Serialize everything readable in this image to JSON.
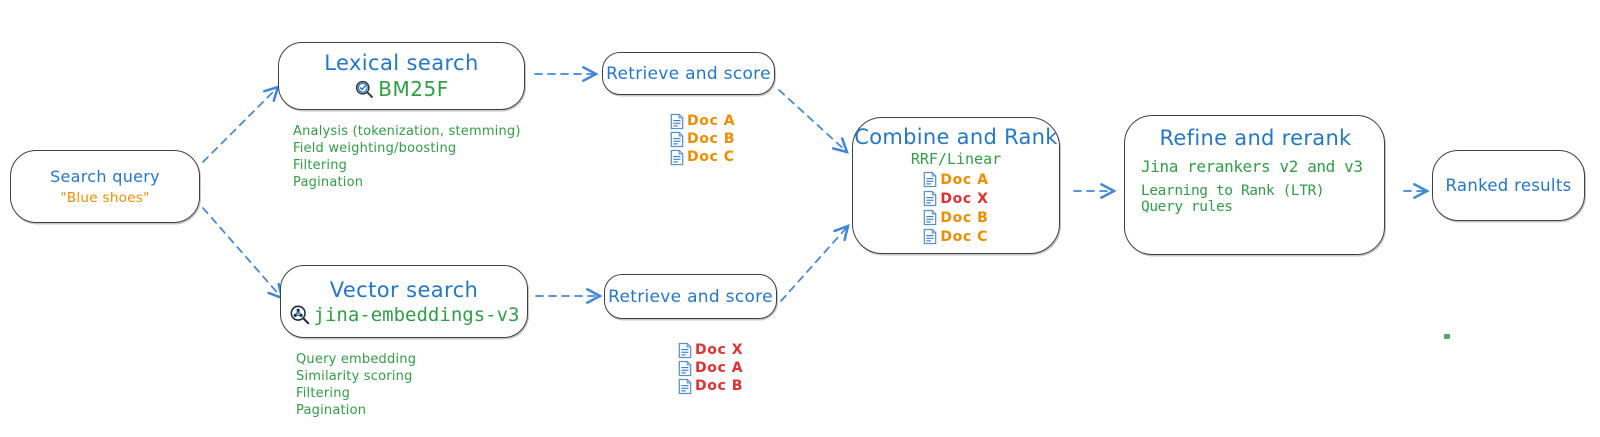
{
  "colors": {
    "blue_text": "#2277cc",
    "green_text": "#2f9e44",
    "orange": "#f08c00",
    "red": "#e03131",
    "arrow_blue": "#3e86d8",
    "box_border": "#3b4045"
  },
  "query": {
    "title": "Search query",
    "value": "\"Blue shoes\""
  },
  "lexical": {
    "title": "Lexical search",
    "engine": "BM25F",
    "features": [
      "Analysis (tokenization, stemming)",
      "Field weighting/boosting",
      "Filtering",
      "Pagination"
    ],
    "retrieve_label": "Retrieve and score",
    "docs": [
      {
        "label": "Doc A",
        "color": "#f08c00"
      },
      {
        "label": "Doc B",
        "color": "#f08c00"
      },
      {
        "label": "Doc C",
        "color": "#f08c00"
      }
    ]
  },
  "vector": {
    "title": "Vector search",
    "engine": "jina-embeddings-v3",
    "features": [
      "Query embedding",
      "Similarity scoring",
      "Filtering",
      "Pagination"
    ],
    "retrieve_label": "Retrieve and score",
    "docs": [
      {
        "label": "Doc X",
        "color": "#e03131"
      },
      {
        "label": "Doc A",
        "color": "#e03131"
      },
      {
        "label": "Doc B",
        "color": "#e03131"
      }
    ]
  },
  "combine": {
    "title": "Combine and Rank",
    "method": "RRF/Linear",
    "docs": [
      {
        "label": "Doc A",
        "color": "#f08c00"
      },
      {
        "label": "Doc X",
        "color": "#e03131"
      },
      {
        "label": "Doc B",
        "color": "#f08c00"
      },
      {
        "label": "Doc C",
        "color": "#f08c00"
      }
    ]
  },
  "refine": {
    "title": "Refine and rerank",
    "reranker": "Jina rerankers v2 and v3",
    "lines": [
      "Learning to Rank (LTR)",
      "Query rules"
    ]
  },
  "results": {
    "title": "Ranked results"
  }
}
